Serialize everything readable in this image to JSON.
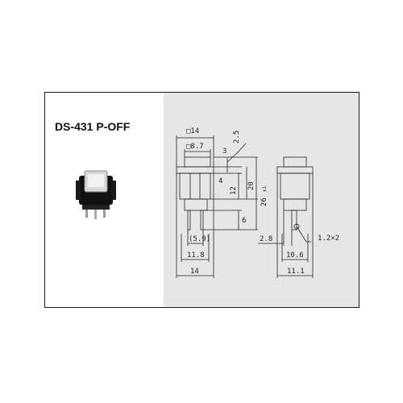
{
  "title": "DS-431 P-OFF",
  "dimensions": {
    "front_top_square": "□14",
    "front_cap_square": "□8.7",
    "front_overall_width_bottom": "14",
    "front_pin_span": "11.8",
    "front_pin_pitch": "(5.9)",
    "front_cap_travel": "2.5",
    "front_cap_height": "3",
    "front_cap_depth": "4",
    "body_height": "12",
    "body_total": "20",
    "overall_height": "26",
    "overall_height_tol": "±1",
    "pin_length": "6",
    "side_offset": "2.8",
    "side_pin_span": "10.6",
    "side_width": "11.1",
    "pin_hole": "1.2×2"
  }
}
